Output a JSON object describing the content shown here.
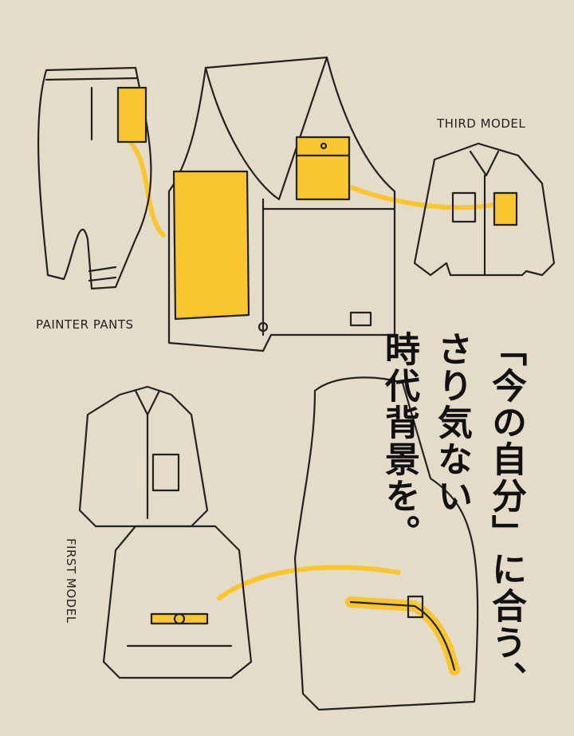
{
  "labels": {
    "third_model": "THIRD MODEL",
    "painter_pants": "PAINTER PANTS",
    "first_model": "FIRST MODEL"
  },
  "headline": {
    "line1": "「今の自分」に合う、",
    "line2": "さり気ない",
    "line3": "時代背景を。"
  },
  "colors": {
    "background": "#e5dbc9",
    "accent": "#f9c531",
    "ink": "#222222"
  }
}
